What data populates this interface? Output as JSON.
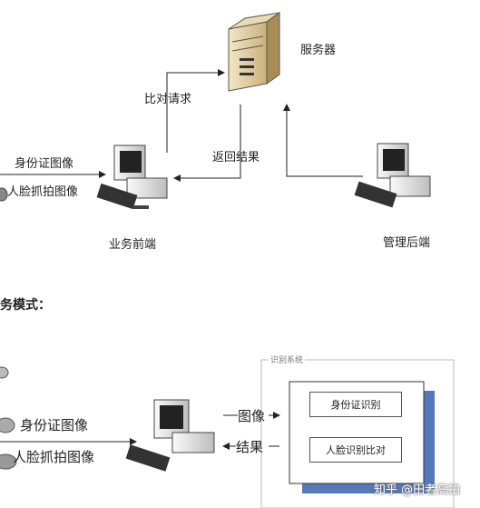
{
  "top": {
    "server_label": "服务器",
    "request_label": "比对请求",
    "return_label": "返回结果",
    "id_input": "身份证图像",
    "face_input": "人脸抓拍图像",
    "frontend_label": "业务前端",
    "backend_label": "管理后端"
  },
  "section_title": "务模式：",
  "bottom": {
    "id_input": "身份证图像",
    "face_input": "人脸抓拍图像",
    "image_arrow": "图像",
    "result_arrow": "结果",
    "system_title": "识别系统",
    "id_box": "身份证识别",
    "face_box": "人脸识别比对"
  },
  "watermark": "知乎 @田者高拍"
}
